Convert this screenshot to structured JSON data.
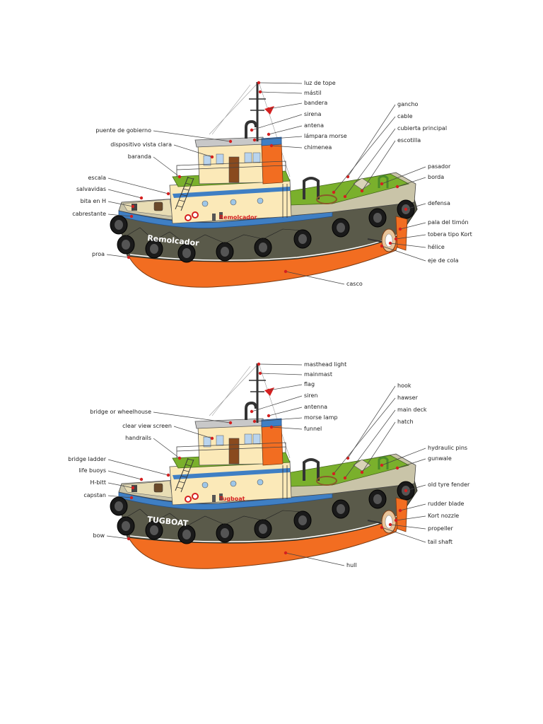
{
  "colors": {
    "hull_bottom": "#f26d21",
    "hull_top": "#5a5a4a",
    "stripe": "#3f7fc4",
    "deck": "#7ab02c",
    "cabin": "#fbe9b8",
    "funnel": "#f26d21",
    "pointer_dot": "#d42020"
  },
  "diagrams": [
    {
      "language": "es",
      "hull_name": "Remolcador",
      "cabin_name": "Remolcador",
      "labels": {
        "masthead": "luz de tope",
        "mainmast": "mástil",
        "flag": "bandera",
        "siren": "sirena",
        "antenna": "antena",
        "morse": "lámpara morse",
        "funnel": "chimenea",
        "hook": "gancho",
        "hawser": "cable",
        "maindeck": "cubierta principal",
        "hatch": "escotilla",
        "pins": "pasador",
        "gunwale": "borda",
        "fender": "defensa",
        "rudder": "pala del timón",
        "nozzle": "tobera tipo Kort",
        "propeller": "hélice",
        "tailshaft": "eje de cola",
        "hull": "casco",
        "bridge": "puente de gobierno",
        "screen": "dispositivo vista clara",
        "handrails": "baranda",
        "ladder": "escala",
        "lifebuoys": "salvavidas",
        "hbitt": "bita en H",
        "capstan": "cabrestante",
        "bow": "proa"
      }
    },
    {
      "language": "en",
      "hull_name": "TUGBOAT",
      "cabin_name": "Tugboat",
      "labels": {
        "masthead": "masthead light",
        "mainmast": "mainmast",
        "flag": "flag",
        "siren": "siren",
        "antenna": "antenna",
        "morse": "morse lamp",
        "funnel": "funnel",
        "hook": "hook",
        "hawser": "hawser",
        "maindeck": "main deck",
        "hatch": "hatch",
        "pins": "hydraulic pins",
        "gunwale": "gunwale",
        "fender": "old tyre fender",
        "rudder": "rudder blade",
        "nozzle": "Kort nozzle",
        "propeller": "propeller",
        "tailshaft": "tail shaft",
        "hull": "hull",
        "bridge": "bridge or wheelhouse",
        "screen": "clear view screen",
        "handrails": "handrails",
        "ladder": "bridge ladder",
        "lifebuoys": "life buoys",
        "hbitt": "H-bitt",
        "capstan": "capstan",
        "bow": "bow"
      }
    }
  ]
}
